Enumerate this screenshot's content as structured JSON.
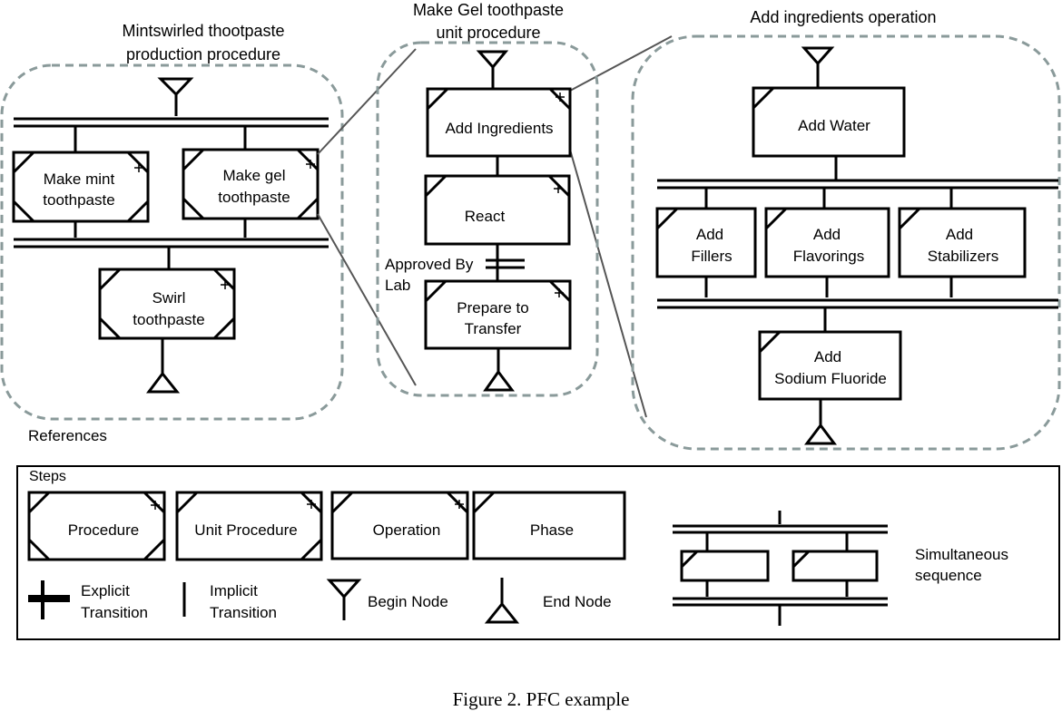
{
  "colors": {
    "ink": "#000000",
    "dashed_border": "#8a9a9a",
    "background": "#ffffff"
  },
  "panels": {
    "procedure_title_1": "Mintswirled  thootpaste",
    "procedure_title_2": "production procedure",
    "unit_title_1": "Make Gel toothpaste",
    "unit_title_2": "unit procedure",
    "operation_title": "Add ingredients operation"
  },
  "procedure": {
    "mint_1": "Make mint",
    "mint_2": "toothpaste",
    "gel_1": "Make gel",
    "gel_2": "toothpaste",
    "swirl_1": "Swirl",
    "swirl_2": "toothpaste"
  },
  "unit": {
    "add_ingredients": "Add Ingredients",
    "react": "React",
    "approved_1": "Approved By",
    "approved_2": "Lab",
    "prepare_1": "Prepare to",
    "prepare_2": "Transfer"
  },
  "operation": {
    "add_water": "Add Water",
    "fillers_1": "Add",
    "fillers_2": "Fillers",
    "flavorings_1": "Add",
    "flavorings_2": "Flavorings",
    "stabilizers_1": "Add",
    "stabilizers_2": "Stabilizers",
    "fluoride_1": "Add",
    "fluoride_2": "Sodium Fluoride"
  },
  "references": {
    "title": "References",
    "steps_label": "Steps",
    "procedure": "Procedure",
    "unit_procedure": "Unit Procedure",
    "operation": "Operation",
    "phase": "Phase",
    "explicit_1": "Explicit",
    "explicit_2": "Transition",
    "implicit_1": "Implicit",
    "implicit_2": "Transition",
    "begin_node": "Begin Node",
    "end_node": "End Node",
    "simultaneous_1": "Simultaneous",
    "simultaneous_2": "sequence"
  },
  "caption": "Figure 2. PFC example"
}
